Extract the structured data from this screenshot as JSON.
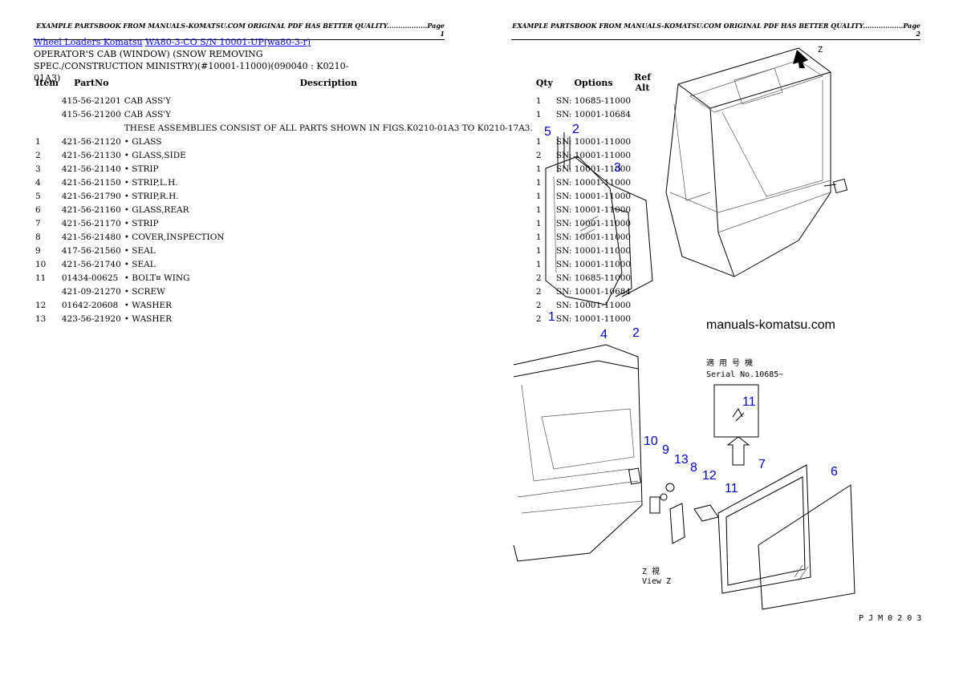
{
  "page1": {
    "header": "EXAMPLE PARTSBOOK FROM MANUALS-KOMATSU.COM ORIGINAL PDF HAS BETTER QUALITY..................Page 1",
    "breadcrumb": {
      "link1": "Wheel Loaders Komatsu",
      "link2": "WA80-3-CO S/N 10001-UP(wa80-3-r)"
    },
    "title": "OPERATOR'S CAB (WINDOW) (SNOW REMOVING SPEC./CONSTRUCTION MINISTRY)(#10001-11000)(090040 : K0210-01A3)",
    "columns": {
      "item": "Item",
      "partno": "PartNo",
      "description": "Description",
      "qty": "Qty",
      "options": "Options",
      "refalt": "Ref Alt"
    },
    "rows": [
      {
        "item": "",
        "partno": "415-56-21201",
        "desc": "CAB ASS'Y",
        "qty": "1",
        "options": "SN: 10685-11000"
      },
      {
        "item": "",
        "partno": "415-56-21200",
        "desc": "CAB ASS'Y",
        "qty": "1",
        "options": "SN: 10001-10684"
      },
      {
        "item": "",
        "partno": "",
        "desc": "THESE ASSEMBLIES CONSIST OF ALL PARTS SHOWN IN FIGS.K0210-01A3 TO K0210-17A3.",
        "qty": "",
        "options": ""
      },
      {
        "item": "1",
        "partno": "421-56-21120",
        "desc": "• GLASS",
        "qty": "1",
        "options": "SN: 10001-11000"
      },
      {
        "item": "2",
        "partno": "421-56-21130",
        "desc": "• GLASS,SIDE",
        "qty": "2",
        "options": "SN: 10001-11000"
      },
      {
        "item": "3",
        "partno": "421-56-21140",
        "desc": "• STRIP",
        "qty": "1",
        "options": "SN: 10001-11000"
      },
      {
        "item": "4",
        "partno": "421-56-21150",
        "desc": "• STRIP,L.H.",
        "qty": "1",
        "options": "SN: 10001-11000"
      },
      {
        "item": "5",
        "partno": "421-56-21790",
        "desc": "• STRIP,R.H.",
        "qty": "1",
        "options": "SN: 10001-11000"
      },
      {
        "item": "6",
        "partno": "421-56-21160",
        "desc": "• GLASS,REAR",
        "qty": "1",
        "options": "SN: 10001-11000"
      },
      {
        "item": "7",
        "partno": "421-56-21170",
        "desc": "• STRIP",
        "qty": "1",
        "options": "SN: 10001-11000"
      },
      {
        "item": "8",
        "partno": "421-56-21480",
        "desc": "• COVER,INSPECTION",
        "qty": "1",
        "options": "SN: 10001-11000"
      },
      {
        "item": "9",
        "partno": "417-56-21560",
        "desc": "• SEAL",
        "qty": "1",
        "options": "SN: 10001-11000"
      },
      {
        "item": "10",
        "partno": "421-56-21740",
        "desc": "• SEAL",
        "qty": "1",
        "options": "SN: 10001-11000"
      },
      {
        "item": "11",
        "partno": "01434-00625",
        "desc": "• BOLT¤ WING",
        "qty": "2",
        "options": "SN: 10685-11000"
      },
      {
        "item": "",
        "partno": "421-09-21270",
        "desc": "• SCREW",
        "qty": "2",
        "options": "SN: 10001-10684"
      },
      {
        "item": "12",
        "partno": "01642-20608",
        "desc": "• WASHER",
        "qty": "2",
        "options": "SN: 10001-11000"
      },
      {
        "item": "13",
        "partno": "423-56-21920",
        "desc": "• WASHER",
        "qty": "2",
        "options": "SN: 10001-11000"
      }
    ]
  },
  "page2": {
    "header": "EXAMPLE PARTSBOOK FROM MANUALS-KOMATSU.COM ORIGINAL PDF HAS BETTER QUALITY..................Page 2",
    "watermark": "manuals-komatsu.com",
    "serial_note_jp": "適 用 号 機",
    "serial_note": "Serial No.10685~",
    "view_label_jp": "Z  視",
    "view_label": "View Z",
    "view_marker": "Z",
    "figure_code": "P J M 0 2 0 3",
    "callouts": [
      "5",
      "2",
      "3",
      "1",
      "4",
      "2",
      "11",
      "10",
      "9",
      "13",
      "8",
      "12",
      "11",
      "7",
      "6"
    ]
  }
}
